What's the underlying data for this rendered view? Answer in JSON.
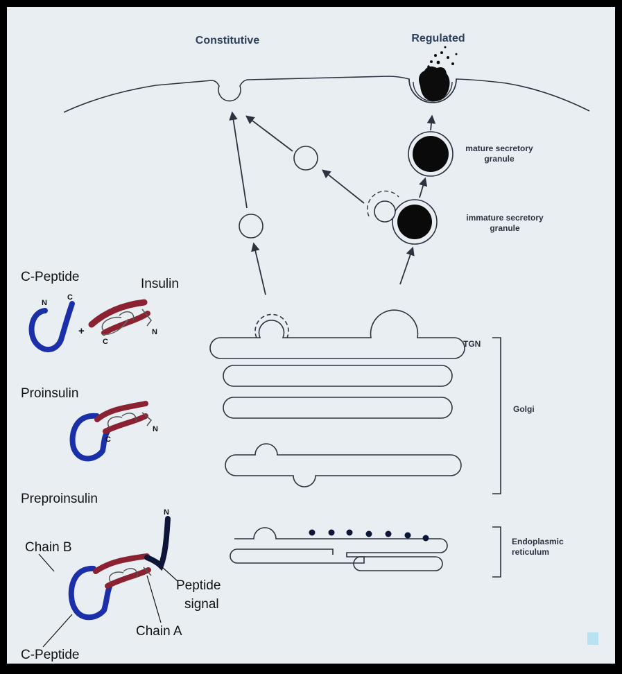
{
  "header": {
    "constitutive": "Constitutive",
    "regulated": "Regulated"
  },
  "granules": {
    "mature": [
      "mature secretory",
      "granule"
    ],
    "immature": [
      "immature secretory",
      "granule"
    ]
  },
  "organelles": {
    "tgn": "TGN",
    "golgi": "Golgi",
    "er": [
      "Endoplasmic",
      "reticulum"
    ]
  },
  "molecules": {
    "c_peptide_top": "C-Peptide",
    "insulin": "Insulin",
    "proinsulin": "Proinsulin",
    "preproinsulin": "Preproinsulin",
    "chain_b": "Chain B",
    "chain_a": "Chain A",
    "peptide_signal": [
      "Peptide",
      "signal"
    ],
    "c_peptide_bottom": "C-Peptide",
    "n_terminal": "N",
    "c_terminal": "C",
    "plus": "+"
  },
  "colors": {
    "background": "#e9eef2",
    "ink": "#2b3240",
    "c_peptide_blue": "#1a2fa8",
    "chain_red": "#8b2232",
    "signal_navy": "#0d1538",
    "frame": "#000000"
  }
}
